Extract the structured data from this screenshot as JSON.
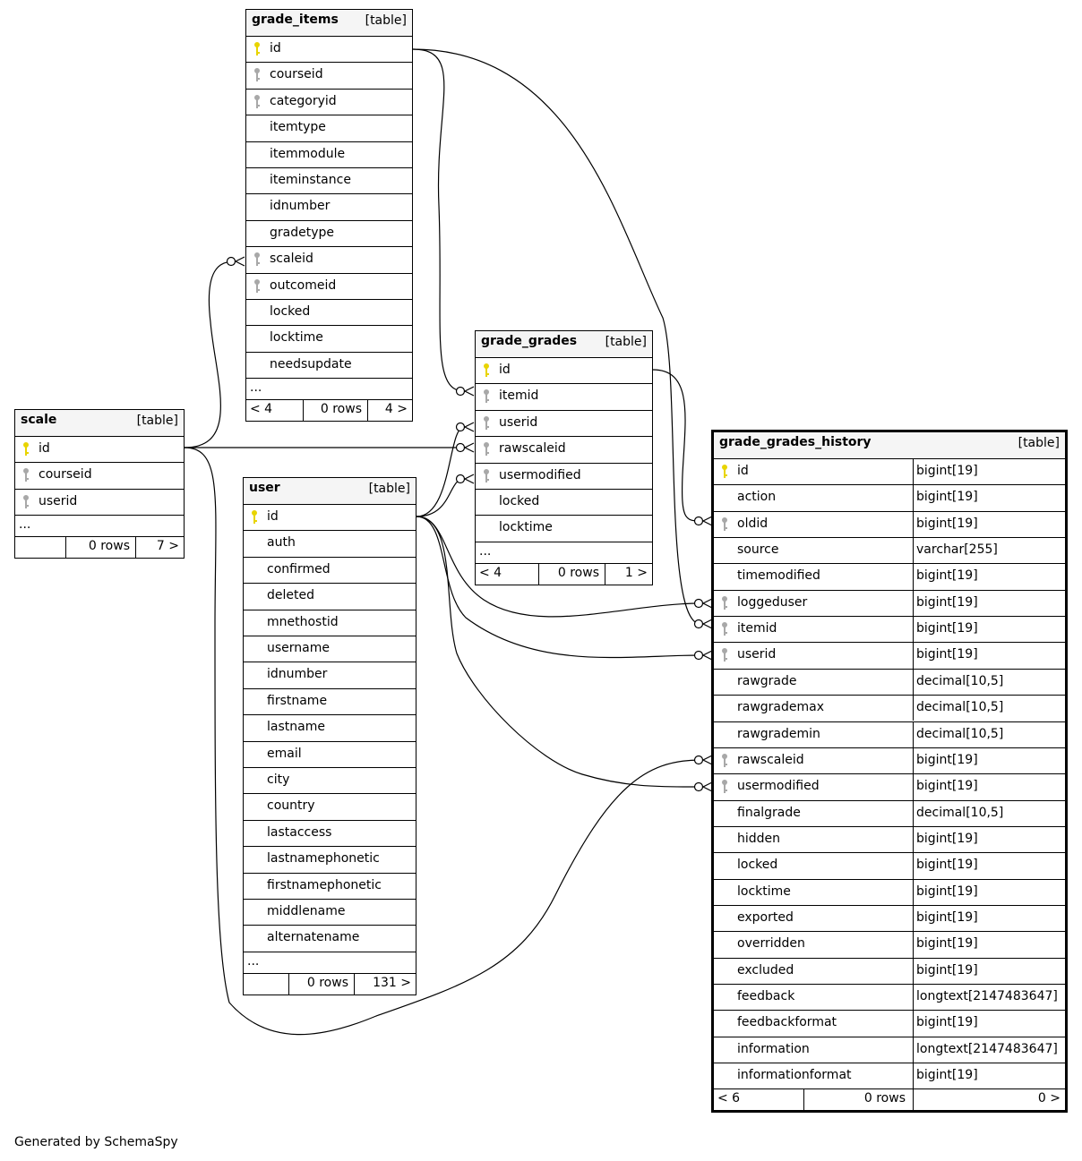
{
  "credit": "Generated by SchemaSpy",
  "tables": {
    "grade_items": {
      "name": "grade_items",
      "kind": "[table]",
      "columns": [
        "id",
        "courseid",
        "categoryid",
        "itemtype",
        "itemmodule",
        "iteminstance",
        "idnumber",
        "gradetype",
        "scaleid",
        "outcomeid",
        "locked",
        "locktime",
        "needsupdate"
      ],
      "ellipsis": "...",
      "footer": {
        "left": "< 4",
        "mid": "0 rows",
        "right": "4 >"
      }
    },
    "scale": {
      "name": "scale",
      "kind": "[table]",
      "columns": [
        "id",
        "courseid",
        "userid"
      ],
      "ellipsis": "...",
      "footer": {
        "left": "",
        "mid": "0 rows",
        "right": "7 >"
      }
    },
    "user": {
      "name": "user",
      "kind": "[table]",
      "columns": [
        "id",
        "auth",
        "confirmed",
        "deleted",
        "mnethostid",
        "username",
        "idnumber",
        "firstname",
        "lastname",
        "email",
        "city",
        "country",
        "lastaccess",
        "lastnamephonetic",
        "firstnamephonetic",
        "middlename",
        "alternatename"
      ],
      "ellipsis": "...",
      "footer": {
        "left": "",
        "mid": "0 rows",
        "right": "131 >"
      }
    },
    "grade_grades": {
      "name": "grade_grades",
      "kind": "[table]",
      "columns": [
        "id",
        "itemid",
        "userid",
        "rawscaleid",
        "usermodified",
        "locked",
        "locktime"
      ],
      "ellipsis": "...",
      "footer": {
        "left": "< 4",
        "mid": "0 rows",
        "right": "1 >"
      }
    },
    "grade_grades_history": {
      "name": "grade_grades_history",
      "kind": "[table]",
      "columns": [
        "id",
        "action",
        "oldid",
        "source",
        "timemodified",
        "loggeduser",
        "itemid",
        "userid",
        "rawgrade",
        "rawgrademax",
        "rawgrademin",
        "rawscaleid",
        "usermodified",
        "finalgrade",
        "hidden",
        "locked",
        "locktime",
        "exported",
        "overridden",
        "excluded",
        "feedback",
        "feedbackformat",
        "information",
        "informationformat"
      ],
      "types": [
        "bigint[19]",
        "bigint[19]",
        "bigint[19]",
        "varchar[255]",
        "bigint[19]",
        "bigint[19]",
        "bigint[19]",
        "bigint[19]",
        "decimal[10,5]",
        "decimal[10,5]",
        "decimal[10,5]",
        "bigint[19]",
        "bigint[19]",
        "decimal[10,5]",
        "bigint[19]",
        "bigint[19]",
        "bigint[19]",
        "bigint[19]",
        "bigint[19]",
        "bigint[19]",
        "longtext[2147483647]",
        "bigint[19]",
        "longtext[2147483647]",
        "bigint[19]"
      ],
      "footer": {
        "left": "< 6",
        "mid": "0 rows",
        "right": "0 >"
      }
    }
  },
  "key_colors": {
    "primary": "#e8d400",
    "foreign": "#a8a8a8"
  }
}
